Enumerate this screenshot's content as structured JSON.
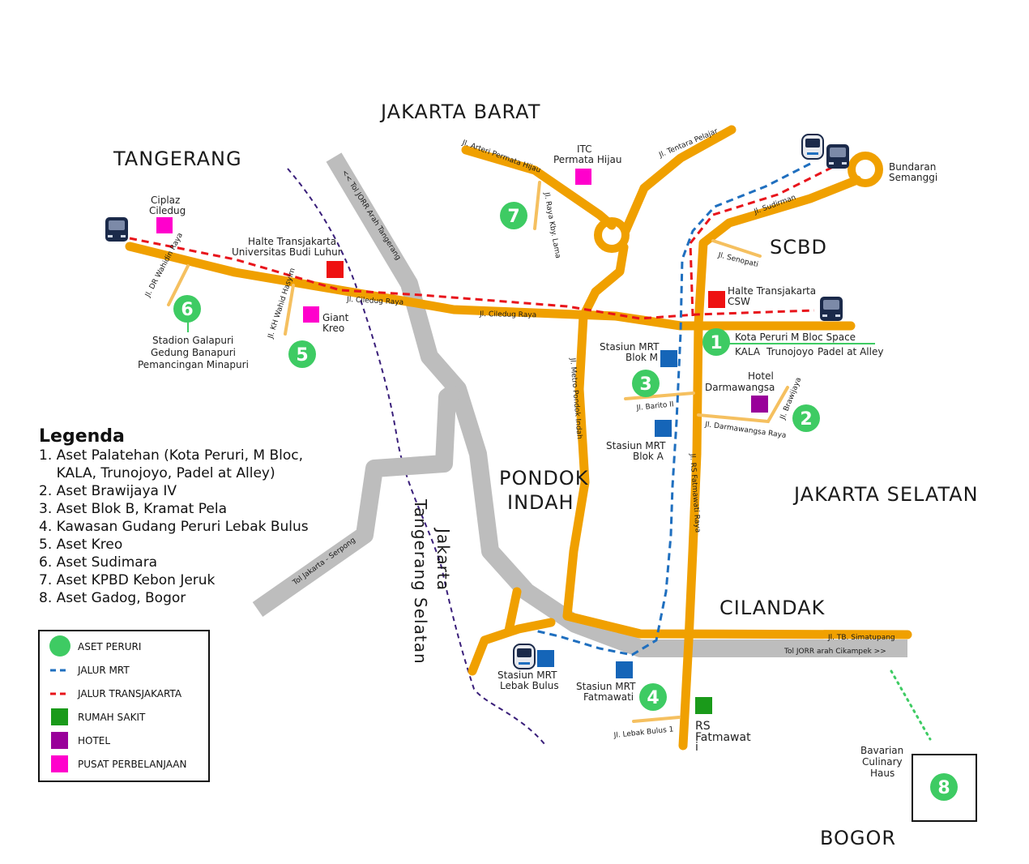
{
  "regions": {
    "jakarta_barat": "JAKARTA BARAT",
    "tangerang": "TANGERANG",
    "scbd": "SCBD",
    "jakarta_selatan": "JAKARTA SELATAN",
    "pondok_indah_1": "PONDOK",
    "pondok_indah_2": "INDAH",
    "cilandak": "CILANDAK",
    "bogor": "BOGOR",
    "jakarta_tangsel_1": "Jakarta",
    "jakarta_tangsel_2": "Tangerang Selatan"
  },
  "streets": {
    "arteri_permata_hijau": "Jl. Arteri Permata Hijau",
    "tentara_pelajar": "Jl. Tentara Pelajar",
    "raya_kby_lama": "Jl. Raya Kby. Lama",
    "sudirman": "Jl. Sudirman",
    "senopati": "Jl. Senopati",
    "dr_wahidin": "Jl. DR Wahidin Raya",
    "ciledug_raya_1": "Jl. Ciledug Raya",
    "ciledug_raya_2": "Jl. Ciledug Raya",
    "kh_wahid_hasyim": "Jl. KH Wahid Hasyim",
    "tol_jorr_tangerang": "<< Tol JORR Arah Tangerang",
    "metro_pondok_indah": "Jl. Metro Pondok Indah",
    "barito": "Jl. Barito II",
    "brawijaya": "Jl. Brawijaya",
    "darmawangsa": "Jl. Darmawangsa Raya",
    "rs_fatmawati_raya": "Jl. RS Fatmawati Raya",
    "tol_serpong": "Tol Jakarta - Serpong",
    "tb_simatupang": "Jl. TB. Simatupang",
    "tol_jorr_cikampek": "Tol JORR arah Cikampek >>",
    "lebak_bulus": "Jl. Lebak Bulus 1"
  },
  "places": {
    "itc": "ITC",
    "permata_hijau": "Permata Hijau",
    "bundaran": "Bundaran",
    "semanggi": "Semanggi",
    "ciplaz": "Ciplaz",
    "ciledug": "Ciledug",
    "halte_ubl_1": "Halte Transjakarta",
    "halte_ubl_2": "Universitas Budi Luhur",
    "halte_csw_1": "Halte Transjakarta",
    "halte_csw_2": "CSW",
    "giant": "Giant",
    "kreo": "Kreo",
    "kota_peruri": "Kota Peruri",
    "m_bloc": "M Bloc Space",
    "kala": "KALA",
    "trunojoyo": "Trunojoyo",
    "padel": "Padel at Alley",
    "mrt_blok_m_1": "Stasiun MRT",
    "mrt_blok_m_2": "Blok M",
    "hotel": "Hotel",
    "darmawangsa": "Darmawangsa",
    "mrt_blok_a_1": "Stasiun MRT",
    "mrt_blok_a_2": "Blok A",
    "stadion": "Stadion Galapuri",
    "gedung": "Gedung Banapuri",
    "pemancingan": "Pemancingan Minapuri",
    "mrt_lebak_1": "Stasiun MRT",
    "mrt_lebak_2": "Lebak Bulus",
    "mrt_fatmawati_1": "Stasiun MRT",
    "mrt_fatmawati_2": "Fatmawati",
    "rs_1": "RS",
    "rs_2": "Fatmawat",
    "rs_3": "i",
    "bavarian_1": "Bavarian",
    "bavarian_2": "Culinary",
    "bavarian_3": "Haus"
  },
  "assets": [
    "1",
    "2",
    "3",
    "4",
    "5",
    "6",
    "7",
    "8"
  ],
  "legend": {
    "title": "Legenda",
    "items": [
      "1. Aset Palatehan (Kota Peruri, M Bloc,",
      "    KALA, Trunojoyo, Padel at Alley)",
      "2. Aset Brawijaya IV",
      "3. Aset Blok B, Kramat Pela",
      "4. Kawasan Gudang Peruri Lebak Bulus",
      "5. Aset Kreo",
      "6. Aset Sudimara",
      "7. Aset KPBD Kebon Jeruk",
      "8. Aset Gadog, Bogor"
    ]
  },
  "key": [
    {
      "label": "ASET PERURI",
      "symbol": "green-circle"
    },
    {
      "label": "JALUR MRT",
      "symbol": "blue-dashed-line"
    },
    {
      "label": "JALUR TRANSJAKARTA",
      "symbol": "red-dashed-line"
    },
    {
      "label": "RUMAH SAKIT",
      "symbol": "green-square"
    },
    {
      "label": "HOTEL",
      "symbol": "purple-square"
    },
    {
      "label": "PUSAT PERBELANJAAN",
      "symbol": "magenta-square"
    }
  ],
  "colors": {
    "road": "#f0a000",
    "minor_road": "#f5c060",
    "toll": "#bdbdbd",
    "mrt": "#1f6fbf",
    "transjakarta": "#e8141b",
    "asset": "#3ecb63",
    "hospital": "#1a9a1a",
    "hotel": "#99009a",
    "mall": "#ff00cc",
    "station": "#1565b8",
    "halte": "#ee1111",
    "boundary": "#3a1f7a"
  }
}
